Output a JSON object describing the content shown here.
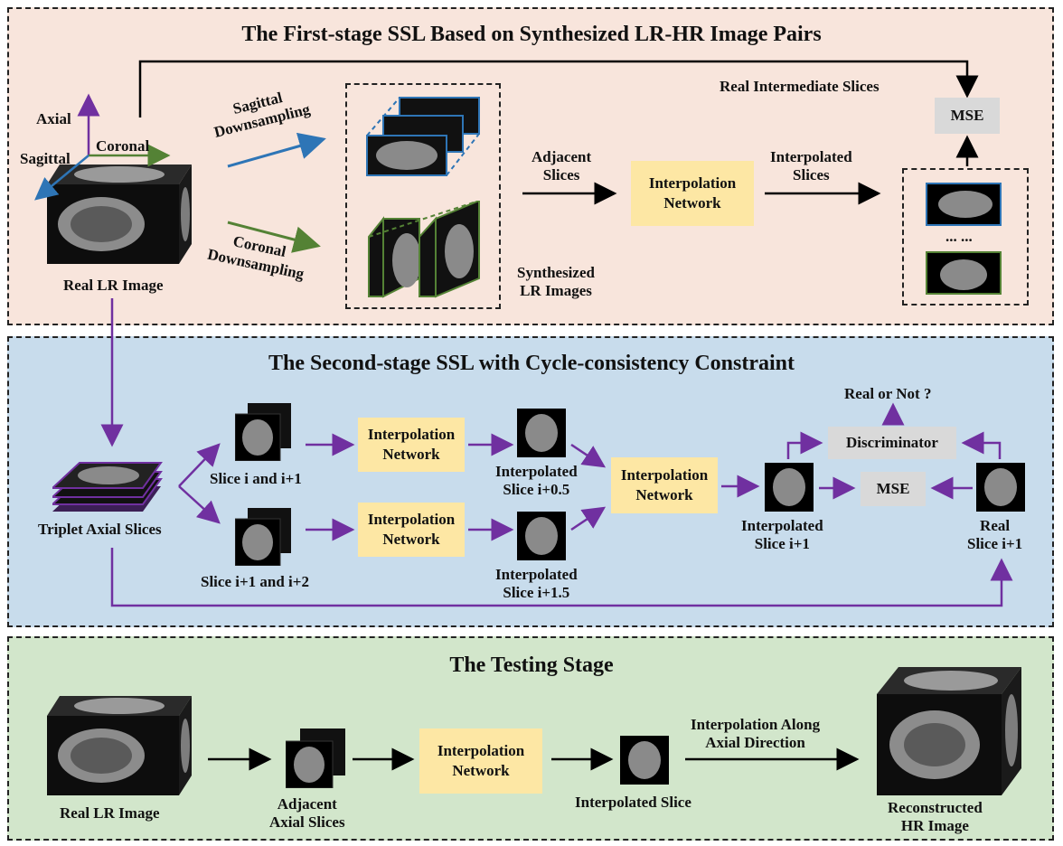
{
  "stage1": {
    "title": "The First-stage SSL Based on Synthesized LR-HR Image Pairs",
    "axis_axial": "Axial",
    "axis_sagittal": "Sagittal",
    "axis_coronal": "Coronal",
    "real_lr_image": "Real LR Image",
    "sagittal_down_1": "Sagittal",
    "sagittal_down_2": "Downsampling",
    "coronal_down_1": "Coronal",
    "coronal_down_2": "Downsampling",
    "synth_1": "Synthesized",
    "synth_2": "LR Images",
    "adjacent_1": "Adjacent",
    "adjacent_2": "Slices",
    "net_1": "Interpolation",
    "net_2": "Network",
    "interp_1": "Interpolated",
    "interp_2": "Slices",
    "real_intermediate": "Real Intermediate Slices",
    "mse": "MSE",
    "dots": "... ..."
  },
  "stage2": {
    "title": "The Second-stage  SSL with Cycle-consistency Constraint",
    "triplet": "Triplet Axial Slices",
    "slice_a": "Slice i and i+1",
    "slice_b": "Slice i+1 and i+2",
    "net_1": "Interpolation",
    "net_2": "Network",
    "interp05_1": "Interpolated",
    "interp05_2": "Slice i+0.5",
    "interp15_1": "Interpolated",
    "interp15_2": "Slice i+1.5",
    "interp1_1": "Interpolated",
    "interp1_2": "Slice i+1",
    "real_1": "Real",
    "real_2": "Slice i+1",
    "discriminator": "Discriminator",
    "mse": "MSE",
    "real_or_not": "Real or Not ?"
  },
  "stage3": {
    "title": "The Testing Stage",
    "real_lr_image": "Real LR Image",
    "adjacent_1": "Adjacent",
    "adjacent_2": "Axial Slices",
    "net_1": "Interpolation",
    "net_2": "Network",
    "interp_slice": "Interpolated Slice",
    "interp_along_1": "Interpolation Along",
    "interp_along_2": "Axial Direction",
    "recon_1": "Reconstructed",
    "recon_2": "HR Image"
  },
  "colors": {
    "stage1_bg": "#f8e5dc",
    "stage2_bg": "#c8dcec",
    "stage3_bg": "#d2e6cb",
    "network_box": "#fde7a4",
    "gray_box": "#d9d9d9",
    "purple_arrow": "#7030a0",
    "blue_arrow": "#2e75b6",
    "green_arrow": "#548235"
  }
}
